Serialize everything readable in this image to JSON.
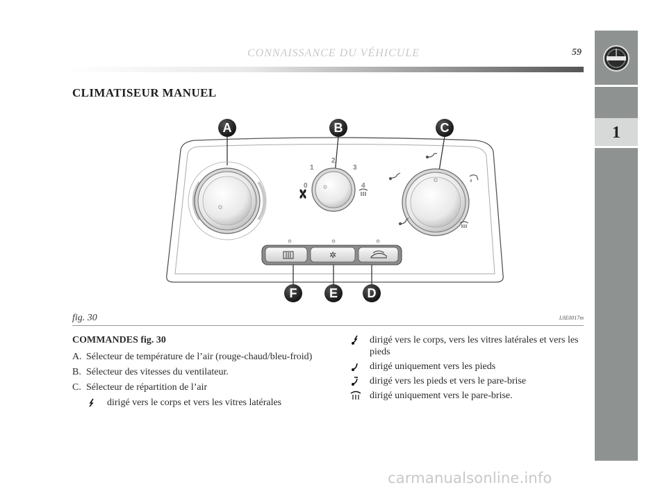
{
  "header": {
    "title": "CONNAISSANCE DU VÉHICULE",
    "page_number": "59"
  },
  "side_tab": {
    "chapter": "1",
    "logo_icon": "lancia-logo-icon"
  },
  "section_title": "CLIMATISEUR MANUEL",
  "figure": {
    "callouts": {
      "a": "A",
      "b": "B",
      "c": "C",
      "d": "D",
      "e": "E",
      "f": "F"
    },
    "fan_speeds": {
      "s0": "0",
      "s1": "1",
      "s2": "2",
      "s3": "3",
      "s4": "4"
    },
    "caption": "fig. 30",
    "code": "L0E0017m"
  },
  "left_column": {
    "heading": "COMMANDES fig. 30",
    "items": [
      {
        "label": "A.",
        "text": "Sélecteur de température de l’air (rouge-chaud/bleu-froid)"
      },
      {
        "label": "B.",
        "text": "Sélecteur des vitesses du ventilateur."
      },
      {
        "label": "C.",
        "text": "Sélecteur de répartition de l’air"
      }
    ],
    "mode_body": {
      "icon": "airflow-body-icon",
      "text": "dirigé vers le corps et vers les vitres latérales"
    }
  },
  "right_column": {
    "modes": [
      {
        "icon": "airflow-body-feet-icon",
        "text": "dirigé vers le corps, vers les vitres latérales et vers les pieds"
      },
      {
        "icon": "airflow-feet-icon",
        "text": "dirigé uniquement vers les pieds"
      },
      {
        "icon": "airflow-feet-windscreen-icon",
        "text": "dirigé vers les pieds et vers le pare-brise"
      },
      {
        "icon": "windscreen-defrost-icon",
        "text": "dirigé uniquement vers le pare-brise."
      }
    ]
  },
  "footer": {
    "watermark": "carmanualsonline.info"
  }
}
